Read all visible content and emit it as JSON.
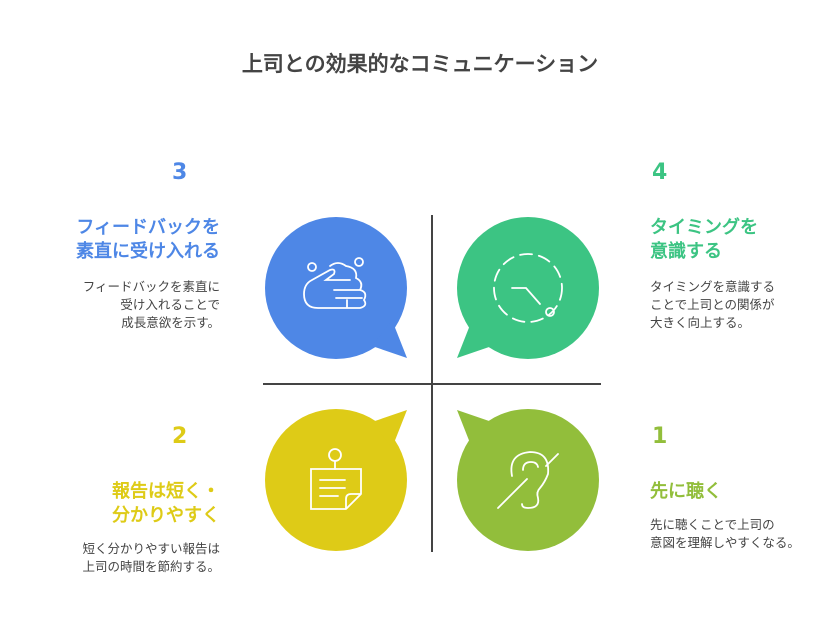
{
  "title": "上司との効果的なコミュニケーション",
  "colors": {
    "blue": "#4E87E6",
    "green": "#3CC483",
    "yellow": "#DECB17",
    "lime": "#92BE3B",
    "line": "#444444"
  },
  "items": [
    {
      "num": "3",
      "heading1": "フィードバックを",
      "heading2": "素直に受け入れる",
      "desc1": "フィードバックを素直に",
      "desc2": "受け入れることで",
      "desc3": "成長意欲を示す。",
      "icon": "hand-washing-icon"
    },
    {
      "num": "4",
      "heading1": "タイミングを",
      "heading2": "意識する",
      "desc1": "タイミングを意識する",
      "desc2": "ことで上司との関係が",
      "desc3": "大きく向上する。",
      "icon": "clock-icon"
    },
    {
      "num": "2",
      "heading1": "報告は短く・",
      "heading2": "分かりやすく",
      "desc1": "短く分かりやすい報告は",
      "desc2": "上司の時間を節約する。",
      "icon": "sticky-note-icon"
    },
    {
      "num": "1",
      "heading1": "先に聴く",
      "desc1": "先に聴くことで上司の",
      "desc2": "意図を理解しやすくなる。",
      "icon": "ear-icon"
    }
  ]
}
